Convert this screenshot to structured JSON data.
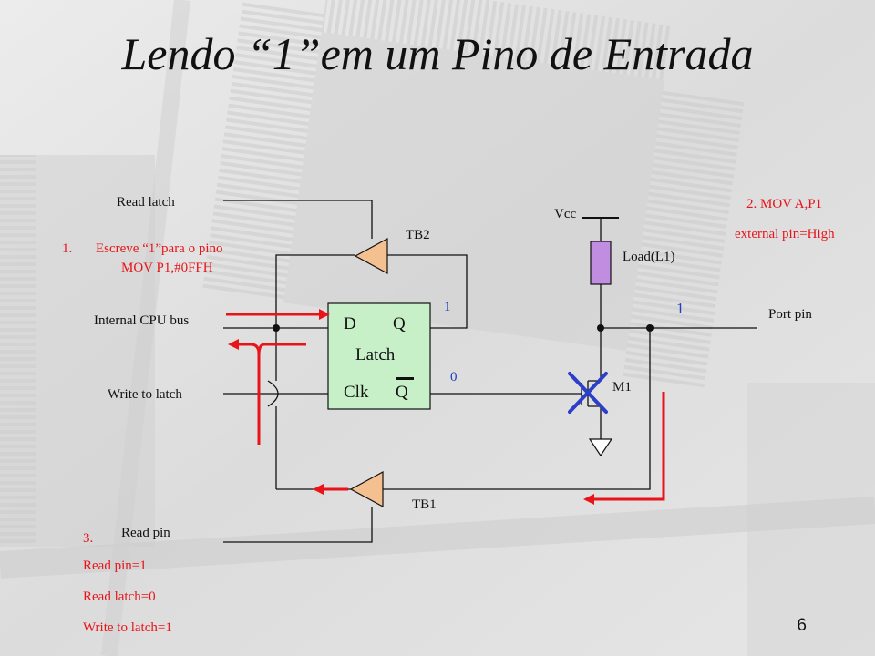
{
  "slide": {
    "title": "Lendo “1”em um Pino de Entrada",
    "page_number": "6"
  },
  "labels": {
    "read_latch": "Read latch",
    "internal_cpu_bus": "Internal CPU bus",
    "write_to_latch": "Write to latch",
    "read_pin": "Read pin",
    "tb1": "TB1",
    "tb2": "TB2",
    "vcc": "Vcc",
    "load": "Load(L1)",
    "port_pin": "Port pin",
    "m1": "M1",
    "latch": "Latch",
    "latch_d": "D",
    "latch_q": "Q",
    "latch_clk": "Clk",
    "latch_qbar": "Q"
  },
  "values": {
    "q_out": "1",
    "qbar_out": "0",
    "pin_level": "1"
  },
  "annotations": {
    "step1_num": "1.",
    "step1_line1": "Escreve  “1”para o pino",
    "step1_line2": "MOV P1,#0FFH",
    "step2_line1": "2. MOV A,P1",
    "step2_line2": "external pin=High",
    "step3_num": "3.",
    "step3_line1": "Read pin=1",
    "step3_line2": "Read latch=0",
    "step3_line3": "Write to latch=1"
  },
  "colors": {
    "accent_red": "#e8141a",
    "value_blue": "#1f3fbf",
    "buffer_fill": "#f5c08f",
    "load_fill": "#c18de0",
    "latch_fill": "#c8f0c8"
  }
}
